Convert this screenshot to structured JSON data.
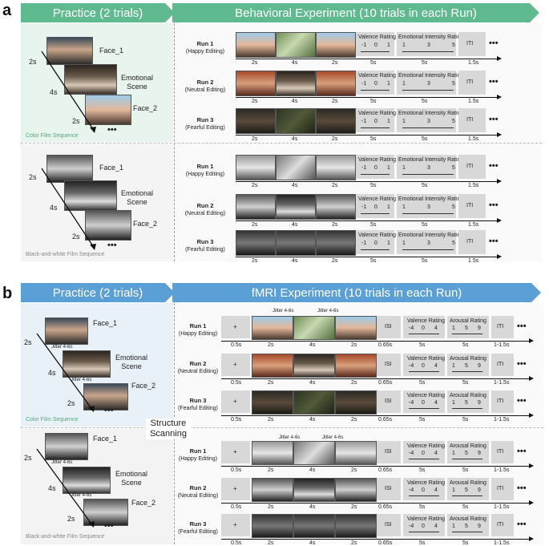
{
  "panel_a": {
    "letter": "a",
    "practice_title": "Practice (2 trials)",
    "experiment_title": "Behavioral Experiment (10 trials in each Run)",
    "practice_color": {
      "face1": "Face_1",
      "scene": "Emotional Scene",
      "face2": "Face_2",
      "t1": "2s",
      "t2": "4s",
      "t3": "2s",
      "dots": "•••",
      "sequence": "Color Film Sequence"
    },
    "practice_bw": {
      "face1": "Face_1",
      "scene": "Emotional Scene",
      "face2": "Face_2",
      "t1": "2s",
      "t2": "4s",
      "t3": "2s",
      "dots": "•••",
      "sequence": "Black-and-white Film Sequence"
    },
    "runs": [
      {
        "name": "Run 1",
        "cond": "(Happy Editing)"
      },
      {
        "name": "Run 2",
        "cond": "(Neutral Editing)"
      },
      {
        "name": "Run 3",
        "cond": "(Fearful Editing)"
      },
      {
        "name": "Run 1",
        "cond": "(Happy Editing)"
      },
      {
        "name": "Run 2",
        "cond": "(Neutral Editing)"
      },
      {
        "name": "Run 3",
        "cond": "(Fearful Editing)"
      }
    ],
    "durations": [
      "2s",
      "4s",
      "2s",
      "5s",
      "5s",
      "1.5s"
    ],
    "valence_label": "Valence  Rating",
    "valence_ticks": [
      "-1",
      "0",
      "1"
    ],
    "intensity_label": "Emotional  Intensity  Rating",
    "intensity_ticks": [
      "1",
      "3",
      "5"
    ],
    "iti": "ITI",
    "dots": "•••"
  },
  "panel_b": {
    "letter": "b",
    "practice_title": "Practice (2 trials)",
    "experiment_title": "fMRI Experiment (10 trials in each Run)",
    "practice_color": {
      "face1": "Face_1",
      "jitter": "Jitter 4-6s",
      "scene": "Emotional Scene",
      "jitter2": "Jitter 4-6s",
      "face2": "Face_2",
      "t1": "2s",
      "t2": "4s",
      "t3": "2s",
      "dots": "•••",
      "sequence": "Color Film Sequence"
    },
    "practice_bw": {
      "face1": "Face_1",
      "jitter": "Jitter 4-6s",
      "scene": "Emotional Scene",
      "jitter2": "Jitter 4-6s",
      "face2": "Face_2",
      "t1": "2s",
      "t2": "4s",
      "t3": "2s",
      "dots": "•••",
      "sequence": "Black-and-white Film Sequence"
    },
    "structure": "Structure Scanning",
    "jitter_top": "Jitter 4-6s",
    "runs": [
      {
        "name": "Run 1",
        "cond": "(Happy Editing)"
      },
      {
        "name": "Run 2",
        "cond": "(Neutral Editing)"
      },
      {
        "name": "Run 3",
        "cond": "(Fearful Editing)"
      },
      {
        "name": "Run 1",
        "cond": "(Happy Editing)"
      },
      {
        "name": "Run 2",
        "cond": "(Neutral Editing)"
      },
      {
        "name": "Run 3",
        "cond": "(Fearful Editing)"
      }
    ],
    "durations": [
      "0.5s",
      "2s",
      "4s",
      "2s",
      "0.65s",
      "5s",
      "5s",
      "1-1.5s"
    ],
    "fixation": "+",
    "isi": "ISI",
    "valence_label": "Valence  Rating",
    "valence_ticks": [
      "-4",
      "0",
      "4"
    ],
    "arousal_label": "Arousal  Rating",
    "arousal_ticks": [
      "1",
      "5",
      "9"
    ],
    "iti": "ITI",
    "dots": "•••"
  }
}
